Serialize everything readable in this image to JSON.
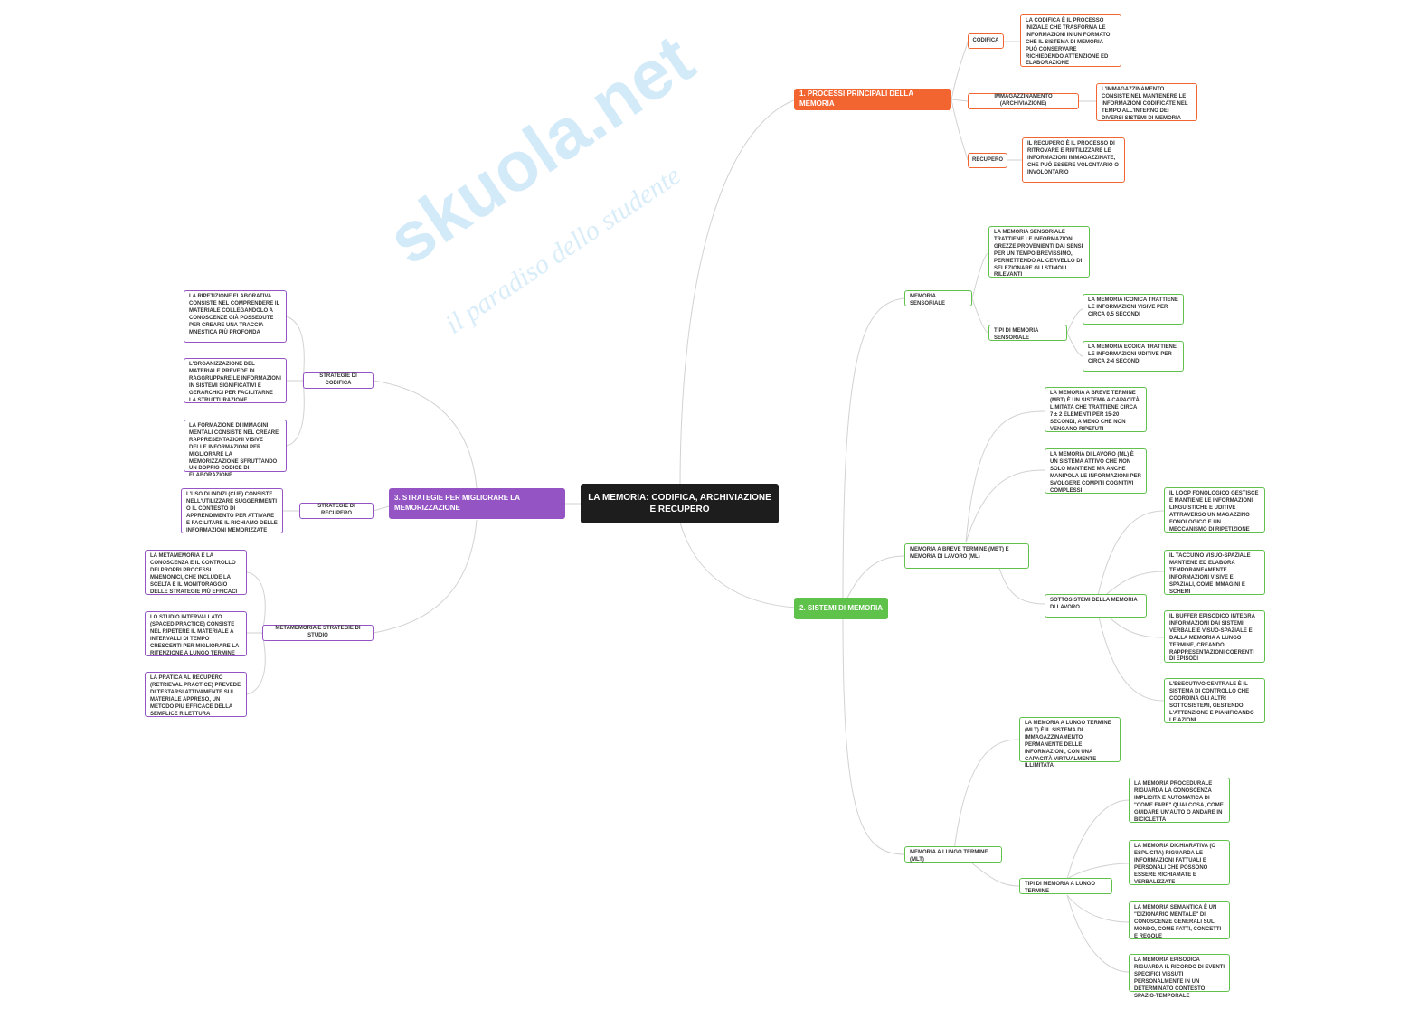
{
  "watermark": {
    "logo": "skuola.net",
    "tagline": "il paradiso dello studente"
  },
  "central": "LA MEMORIA: CODIFICA, ARCHIVIAZIONE E RECUPERO",
  "b1": {
    "title": "1. PROCESSI PRINCIPALI DELLA MEMORIA",
    "codifica": {
      "label": "CODIFICA",
      "text": "LA CODIFICA È IL PROCESSO INIZIALE CHE TRASFORMA LE INFORMAZIONI IN UN FORMATO CHE IL SISTEMA DI MEMORIA PUÒ CONSERVARE RICHIEDENDO ATTENZIONE ED ELABORAZIONE"
    },
    "imm": {
      "label": "IMMAGAZZINAMENTO (ARCHIVIAZIONE)",
      "text": "L'IMMAGAZZINAMENTO CONSISTE NEL MANTENERE LE INFORMAZIONI CODIFICATE NEL TEMPO ALL'INTERNO DEI DIVERSI SISTEMI DI MEMORIA"
    },
    "rec": {
      "label": "RECUPERO",
      "text": "IL RECUPERO È IL PROCESSO DI RITROVARE E RIUTILIZZARE LE INFORMAZIONI IMMAGAZZINATE, CHE PUÒ ESSERE VOLONTARIO O INVOLONTARIO"
    }
  },
  "b2": {
    "title": "2. SISTEMI DI MEMORIA",
    "ms": {
      "label": "MEMORIA SENSORIALE",
      "text": "LA MEMORIA SENSORIALE TRATTIENE LE INFORMAZIONI GREZZE PROVENIENTI DAI SENSI PER UN TEMPO BREVISSIMO, PERMETTENDO AL CERVELLO DI SELEZIONARE GLI STIMOLI RILEVANTI",
      "tipi": "TIPI DI MEMORIA SENSORIALE",
      "iconica": "LA MEMORIA ICONICA TRATTIENE LE INFORMAZIONI VISIVE PER CIRCA 0.5 SECONDI",
      "ecoica": "LA MEMORIA ECOICA TRATTIENE LE INFORMAZIONI UDITIVE PER CIRCA 2-4 SECONDI"
    },
    "mbt": {
      "label": "MEMORIA A BREVE TERMINE (MBT) E MEMORIA DI LAVORO (ML)",
      "t1": "LA MEMORIA A BREVE TERMINE (MBT) È UN SISTEMA A CAPACITÀ LIMITATA CHE TRATTIENE CIRCA 7 ± 2 ELEMENTI PER 15-20 SECONDI, A MENO CHE NON VENGANO RIPETUTI",
      "t2": "LA MEMORIA DI LAVORO (ML) È UN SISTEMA ATTIVO CHE NON SOLO MANTIENE MA ANCHE MANIPOLA LE INFORMAZIONI PER SVOLGERE COMPITI COGNITIVI COMPLESSI",
      "sotto": "SOTTOSISTEMI DELLA MEMORIA DI LAVORO",
      "s1": "IL LOOP FONOLOGICO GESTISCE E MANTIENE LE INFORMAZIONI LINGUISTICHE E UDITIVE ATTRAVERSO UN MAGAZZINO FONOLOGICO E UN MECCANISMO DI RIPETIZIONE",
      "s2": "IL TACCUINO VISUO-SPAZIALE MANTIENE ED ELABORA TEMPORANEAMENTE INFORMAZIONI VISIVE E SPAZIALI, COME IMMAGINI E SCHEMI",
      "s3": "IL BUFFER EPISODICO INTEGRA INFORMAZIONI DAI SISTEMI VERBALE E VISUO-SPAZIALE E DALLA MEMORIA A LUNGO TERMINE, CREANDO RAPPRESENTAZIONI COERENTI DI EPISODI",
      "s4": "L'ESECUTIVO CENTRALE È IL SISTEMA DI CONTROLLO CHE COORDINA GLI ALTRI SOTTOSISTEMI, GESTENDO L'ATTENZIONE E PIANIFICANDO LE AZIONI"
    },
    "mlt": {
      "label": "MEMORIA A LUNGO TERMINE (MLT)",
      "text": "LA MEMORIA A LUNGO TERMINE (MLT) È IL SISTEMA DI IMMAGAZZINAMENTO PERMANENTE DELLE INFORMAZIONI, CON UNA CAPACITÀ VIRTUALMENTE ILLIMITATA",
      "tipi": "TIPI DI MEMORIA A LUNGO TERMINE",
      "p": "LA MEMORIA PROCEDURALE RIGUARDA LA CONOSCENZA IMPLICITA E AUTOMATICA DI \"COME FARE\" QUALCOSA, COME GUIDARE UN'AUTO O ANDARE IN BICICLETTA",
      "d": "LA MEMORIA DICHIARATIVA (O ESPLICITA) RIGUARDA LE INFORMAZIONI FATTUALI E PERSONALI CHE POSSONO ESSERE RICHIAMATE E VERBALIZZATE",
      "s": "LA MEMORIA SEMANTICA È UN \"DIZIONARIO MENTALE\" DI CONOSCENZE GENERALI SUL MONDO, COME FATTI, CONCETTI E REGOLE",
      "e": "LA MEMORIA EPISODICA RIGUARDA IL RICORDO DI EVENTI SPECIFICI VISSUTI PERSONALMENTE IN UN DETERMINATO CONTESTO SPAZIO-TEMPORALE"
    }
  },
  "b3": {
    "title": "3. STRATEGIE PER MIGLIORARE LA MEMORIZZAZIONE",
    "cod": {
      "label": "STRATEGIE DI CODIFICA",
      "a": "LA RIPETIZIONE ELABORATIVA CONSISTE NEL COMPRENDERE IL MATERIALE COLLEGANDOLO A CONOSCENZE GIÀ POSSEDUTE PER CREARE UNA TRACCIA MNESTICA PIÙ PROFONDA",
      "b": "L'ORGANIZZAZIONE DEL MATERIALE PREVEDE DI RAGGRUPPARE LE INFORMAZIONI IN SISTEMI SIGNIFICATIVI E GERARCHICI PER FACILITARNE LA STRUTTURAZIONE",
      "c": "LA FORMAZIONE DI IMMAGINI MENTALI CONSISTE NEL CREARE RAPPRESENTAZIONI VISIVE DELLE INFORMAZIONI PER MIGLIORARE LA MEMORIZZAZIONE SFRUTTANDO UN DOPPIO CODICE DI ELABORAZIONE"
    },
    "rec": {
      "label": "STRATEGIE DI RECUPERO",
      "a": "L'USO DI INDIZI (CUE) CONSISTE NELL'UTILIZZARE SUGGERIMENTI O IL CONTESTO DI APPRENDIMENTO PER ATTIVARE E FACILITARE IL RICHIAMO DELLE INFORMAZIONI MEMORIZZATE"
    },
    "meta": {
      "label": "METAMEMORIA E STRATEGIE DI STUDIO",
      "a": "LA METAMEMORIA È LA CONOSCENZA E IL CONTROLLO DEI PROPRI PROCESSI MNEMONICI, CHE INCLUDE LA SCELTA E IL MONITORAGGIO DELLE STRATEGIE PIÙ EFFICACI",
      "b": "LO STUDIO INTERVALLATO (SPACED PRACTICE) CONSISTE NEL RIPETERE IL MATERIALE A INTERVALLI DI TEMPO CRESCENTI PER MIGLIORARE LA RITENZIONE A LUNGO TERMINE",
      "c": "LA PRATICA AL RECUPERO (RETRIEVAL PRACTICE) PREVEDE DI TESTARSI ATTIVAMENTE SUL MATERIALE APPRESO, UN METODO PIÙ EFFICACE DELLA SEMPLICE RILETTURA"
    }
  },
  "colors": {
    "orange": "#f26430",
    "green": "#5fc24b",
    "purple": "#9554c4",
    "center": "#1d1d1d"
  }
}
